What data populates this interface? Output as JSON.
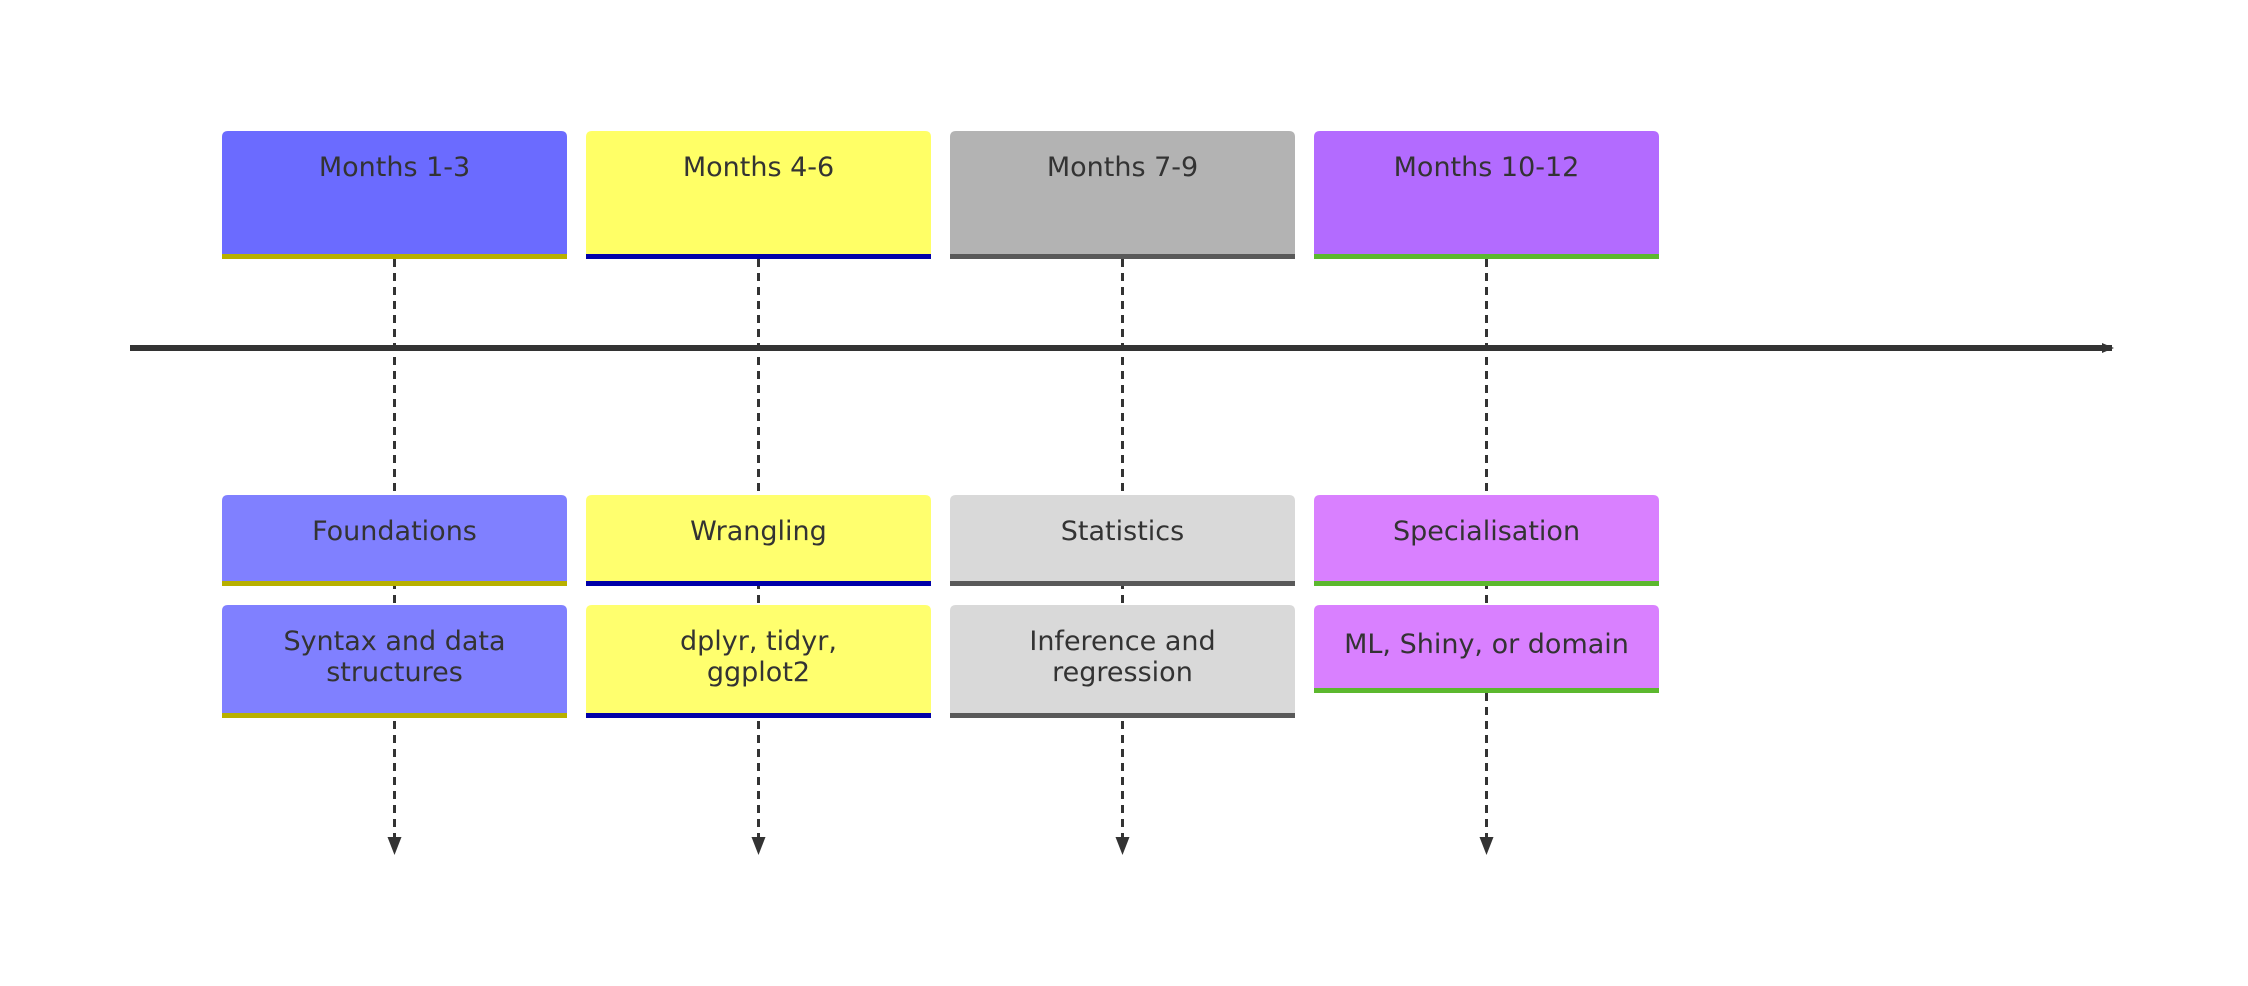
{
  "timeline": {
    "periods": [
      {
        "label": "Months 1-3",
        "section": "Foundations",
        "events": [
          "Syntax and data structures"
        ],
        "colors": {
          "period": "#6b6bff",
          "card": "#8080ff",
          "border": "#b8b000"
        }
      },
      {
        "label": "Months 4-6",
        "section": "Wrangling",
        "events": [
          "dplyr, tidyr, ggplot2"
        ],
        "colors": {
          "period": "#ffff66",
          "card": "#ffff6e",
          "border": "#0000a8"
        }
      },
      {
        "label": "Months 7-9",
        "section": "Statistics",
        "events": [
          "Inference and regression"
        ],
        "colors": {
          "period": "#b3b3b3",
          "card": "#d9d9d9",
          "border": "#595959"
        }
      },
      {
        "label": "Months 10-12",
        "section": "Specialisation",
        "events": [
          "ML, Shiny, or domain"
        ],
        "colors": {
          "period": "#b36bff",
          "card": "#d980ff",
          "border": "#5cb82e"
        }
      }
    ]
  },
  "colors": {
    "axis": "#333333",
    "connector": "#333333",
    "text": "#333333",
    "background": "#ffffff"
  }
}
